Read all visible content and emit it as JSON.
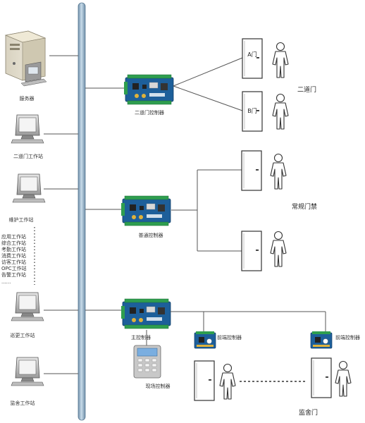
{
  "workstations": {
    "server": "服务器",
    "two_door_ws": "二道门工作站",
    "maint_ws": "维护工作站",
    "app_list": [
      "应用工作站",
      "综合工作站",
      "考勤工作站",
      "消费工作站",
      "访客工作站",
      "OPC工作站",
      "告警工作站"
    ],
    "app_more": "......",
    "patrol_ws": "巡更工作站",
    "mon_ws": "监舍工作站"
  },
  "controllers": {
    "two_door": "二道门控制器",
    "normal": "普通控制器",
    "main": "主控制器",
    "field": "现场控制器",
    "front_1": "前端控制器",
    "front_2": "前端控制器"
  },
  "doors": {
    "door_a": "A门",
    "door_b": "B门"
  },
  "groups": {
    "two_door": "二道门",
    "normal": "常规门禁",
    "monitor": "监舍门"
  },
  "colors": {
    "bus": "#a9c3d8",
    "pcb": "#1d5f9a",
    "terminal": "#2f9e4f",
    "keypad_body": "#c8c8c8",
    "lcd": "#7aaee0"
  }
}
